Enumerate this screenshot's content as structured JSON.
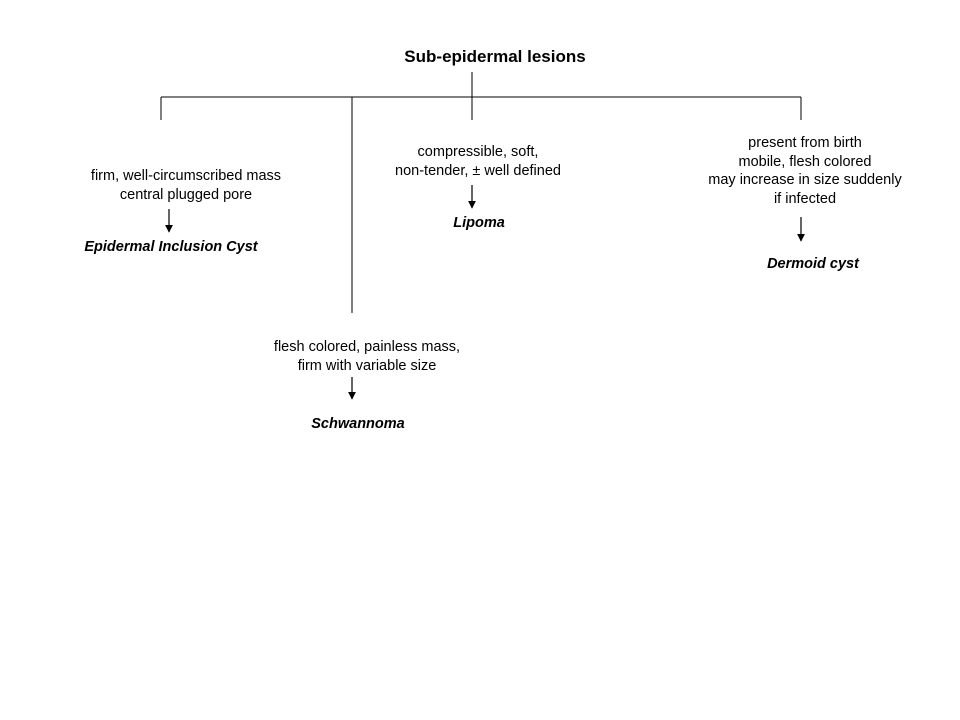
{
  "title": "Sub-epidermal lesions",
  "branches": [
    {
      "description": [
        "firm, well-circumscribed mass",
        "central plugged pore"
      ],
      "diagnosis": "Epidermal Inclusion Cyst"
    },
    {
      "description": [
        "flesh colored, painless mass,",
        "firm with variable size"
      ],
      "diagnosis": "Schwannoma"
    },
    {
      "description": [
        "compressible, soft,",
        "non-tender, ± well defined"
      ],
      "diagnosis": "Lipoma"
    },
    {
      "description": [
        "present from birth",
        "mobile, flesh colored",
        "may increase in size suddenly",
        "if infected"
      ],
      "diagnosis": "Dermoid cyst"
    }
  ]
}
